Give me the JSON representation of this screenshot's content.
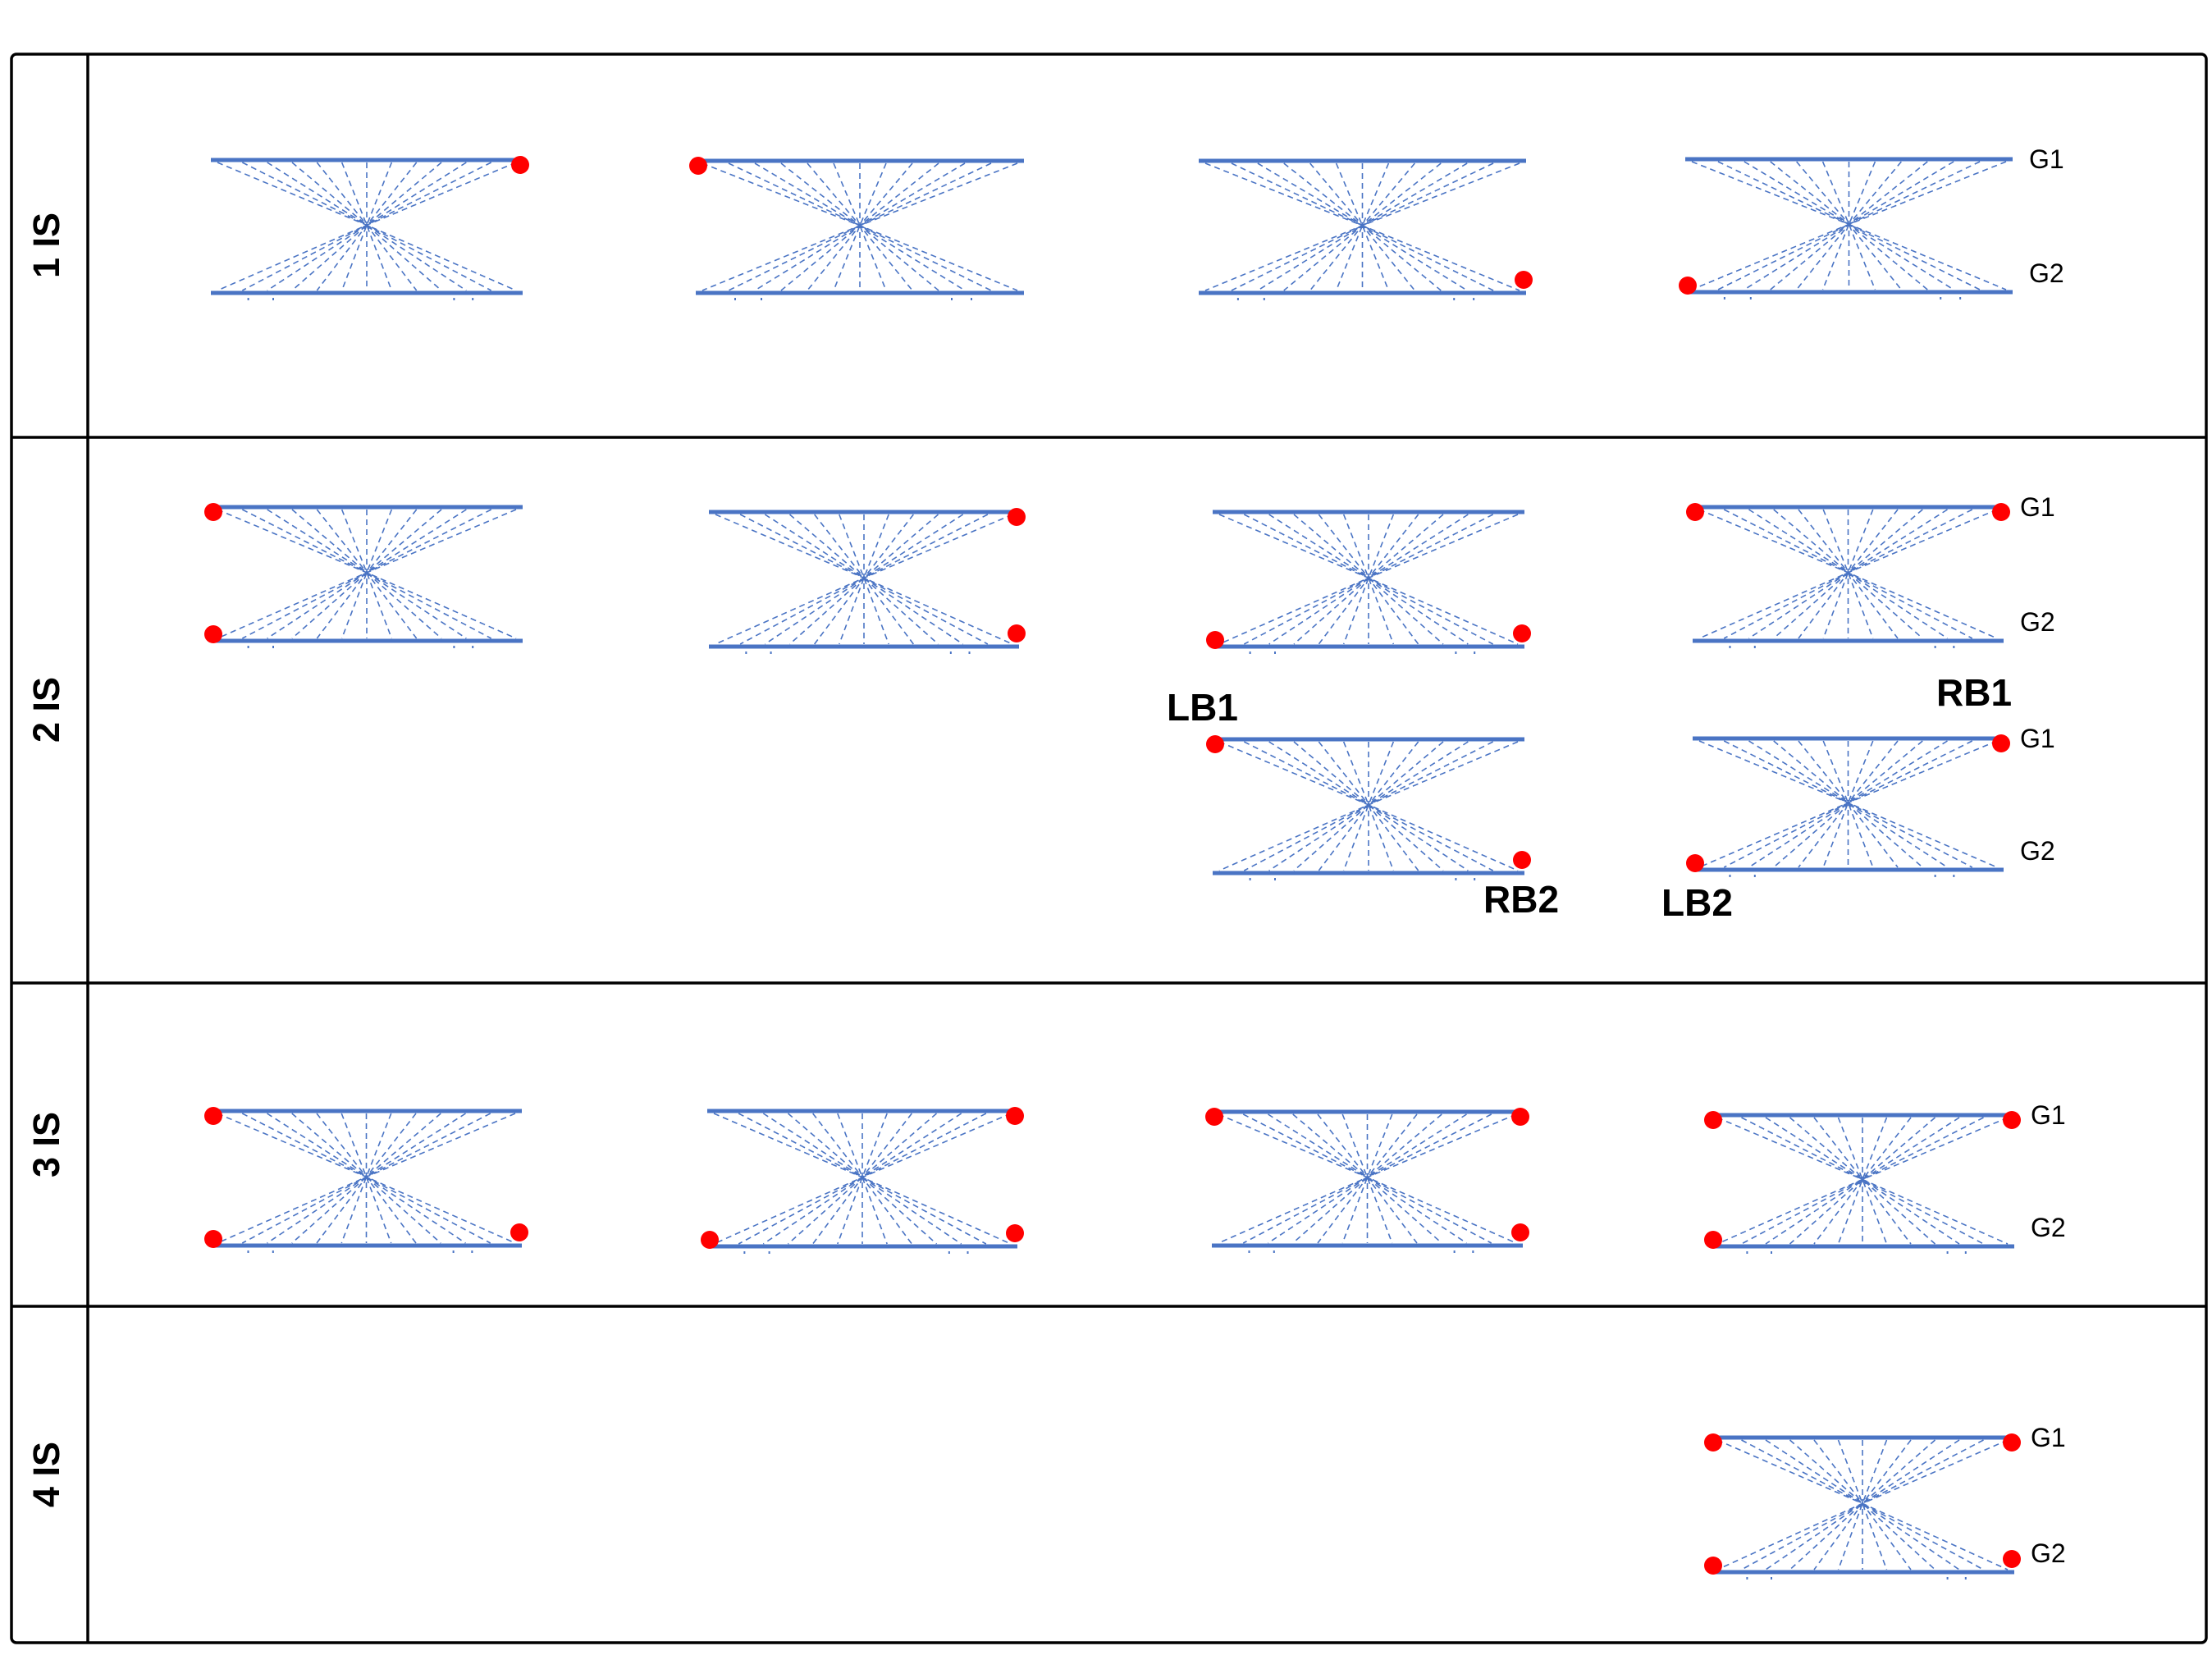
{
  "colors": {
    "grid": "#4a74c4",
    "marker": "#ff0000",
    "frame": "#000000"
  },
  "rows": [
    {
      "label": "1 IS",
      "panels": [
        {
          "markers": [
            "top-right"
          ],
          "labels": false
        },
        {
          "markers": [
            "top-left"
          ],
          "labels": false
        },
        {
          "markers": [
            "bottom-right"
          ],
          "labels": false
        },
        {
          "markers": [
            "bottom-left"
          ],
          "labels": true
        }
      ]
    },
    {
      "label": "2 IS",
      "panels": [
        {
          "markers": [
            "top-left",
            "bottom-left"
          ],
          "labels": false
        },
        {
          "markers": [
            "top-right",
            "bottom-right"
          ],
          "labels": false
        },
        {
          "markers": [
            "bottom-left",
            "bottom-right"
          ],
          "labels": false
        },
        {
          "markers": [
            "top-left",
            "top-right"
          ],
          "labels": true
        },
        {
          "markers": [
            "top-left",
            "bottom-right"
          ],
          "labels": false
        },
        {
          "markers": [
            "top-right",
            "bottom-left"
          ],
          "labels": true
        }
      ]
    },
    {
      "label": "3 IS",
      "panels": [
        {
          "markers": [
            "top-left",
            "bottom-left",
            "bottom-right"
          ],
          "labels": false
        },
        {
          "markers": [
            "top-right",
            "bottom-left",
            "bottom-right"
          ],
          "labels": false
        },
        {
          "markers": [
            "top-left",
            "top-right",
            "bottom-right"
          ],
          "labels": false
        },
        {
          "markers": [
            "top-left",
            "top-right",
            "bottom-left"
          ],
          "labels": true
        }
      ]
    },
    {
      "label": "4 IS",
      "panels": [
        {
          "markers": [
            "top-left",
            "top-right",
            "bottom-left",
            "bottom-right"
          ],
          "labels": true
        }
      ]
    }
  ],
  "grid_labels": {
    "top": "G1",
    "bottom": "G2"
  },
  "callouts": {
    "lb1": "LB1",
    "rb1": "RB1",
    "rb2": "RB2",
    "lb2": "LB2"
  }
}
